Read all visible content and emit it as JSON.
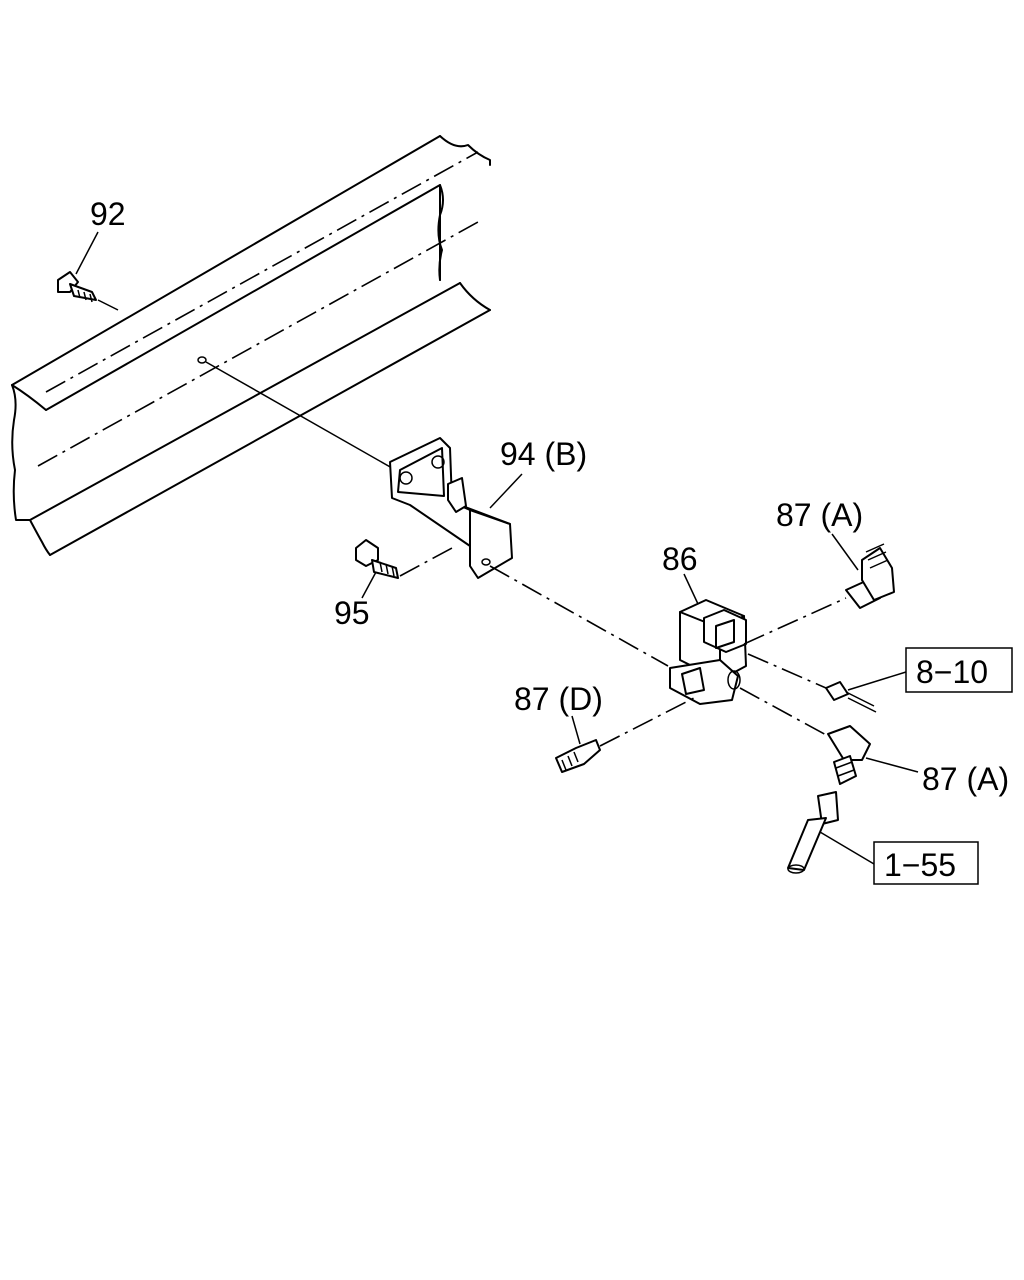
{
  "diagram": {
    "labels": {
      "p92": "92",
      "p94b": "94 (B)",
      "p95": "95",
      "p86": "86",
      "p87a_top": "87 (A)",
      "p87d": "87 (D)",
      "p87a_bottom": "87 (A)"
    },
    "references": {
      "ref_8_10": "8−10",
      "ref_1_55": "1−55"
    }
  }
}
